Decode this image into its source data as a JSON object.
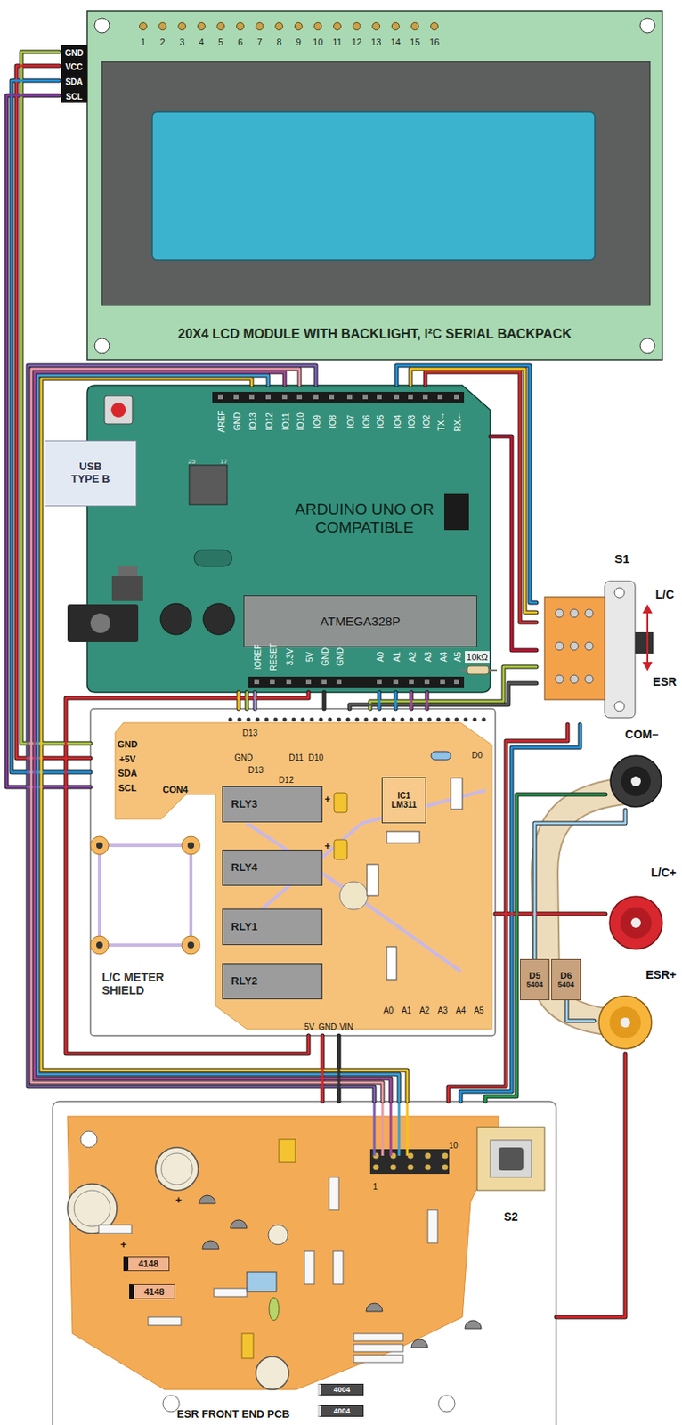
{
  "diagram": {
    "nodes": [
      {
        "text": [
          "20X4 LCD MODULE WITH BACKLIGHT, I²C SERIAL BACKPACK"
        ]
      },
      {
        "text": [
          "ARDUINO UNO OR COMPATIBLE"
        ]
      },
      {
        "text": [
          "USB TYPE B"
        ],
        "in": 1
      },
      {
        "text": [
          "ATMEGA328P"
        ],
        "in": 1
      },
      {
        "text": [
          "S1"
        ]
      },
      {
        "text": [
          "L/C METER SHIELD"
        ]
      },
      {
        "text": [
          "RLY3"
        ],
        "in": 5
      },
      {
        "text": [
          "RLY4"
        ],
        "in": 5
      },
      {
        "text": [
          "RLY1"
        ],
        "in": 5
      },
      {
        "text": [
          "RLY2"
        ],
        "in": 5
      },
      {
        "text": [
          "IC1 LM311"
        ],
        "in": 5
      },
      {
        "text": [
          "COM–"
        ]
      },
      {
        "text": [
          "L/C+"
        ]
      },
      {
        "text": [
          "ESR+"
        ]
      },
      {
        "text": [
          "D5",
          "5404"
        ]
      },
      {
        "text": [
          "D6",
          "5404"
        ]
      },
      {
        "text": [
          "ESR FRONT END PCB"
        ]
      },
      {
        "text": [
          "S2"
        ],
        "in": 16
      },
      {
        "text": [
          "4148"
        ],
        "in": 16
      },
      {
        "text": [
          "4148"
        ],
        "in": 16
      },
      {
        "text": [
          "4004"
        ],
        "in": 16
      },
      {
        "text": [
          "4004"
        ],
        "in": 16
      }
    ],
    "edges": [
      {
        "from": 0,
        "to": 5,
        "arrow": "none"
      },
      {
        "from": 0,
        "to": 5,
        "arrow": "none"
      },
      {
        "from": 0,
        "to": 5,
        "arrow": "none"
      },
      {
        "from": 0,
        "to": 5,
        "arrow": "none"
      },
      {
        "from": 1,
        "to": 4,
        "arrow": "none"
      },
      {
        "from": 1,
        "to": 4,
        "arrow": "none"
      },
      {
        "from": 1,
        "to": 4,
        "arrow": "none"
      },
      {
        "from": 1,
        "to": 4,
        "arrow": "none"
      },
      {
        "from": 4,
        "to": 5,
        "arrow": "none"
      },
      {
        "from": 4,
        "to": 5,
        "arrow": "none"
      },
      {
        "from": 4,
        "to": 16,
        "arrow": "none"
      },
      {
        "from": 4,
        "to": 16,
        "arrow": "none"
      },
      {
        "from": 5,
        "to": 12,
        "arrow": "none"
      },
      {
        "from": 11,
        "to": 16,
        "arrow": "none"
      },
      {
        "from": 13,
        "to": 16,
        "arrow": "none"
      },
      {
        "from": 11,
        "to": 14,
        "arrow": "none"
      },
      {
        "from": 15,
        "to": 13,
        "arrow": "none"
      },
      {
        "from": 1,
        "to": 5,
        "arrow": "none"
      },
      {
        "from": 1,
        "to": 5,
        "arrow": "none"
      },
      {
        "from": 1,
        "to": 5,
        "arrow": "none"
      },
      {
        "from": 1,
        "to": 5,
        "arrow": "none"
      },
      {
        "from": 1,
        "to": 5,
        "arrow": "none"
      },
      {
        "from": 1,
        "to": 5,
        "arrow": "none"
      },
      {
        "from": 1,
        "to": 5,
        "arrow": "none"
      },
      {
        "from": 1,
        "to": 5,
        "arrow": "none"
      },
      {
        "from": 1,
        "to": 5,
        "arrow": "none"
      },
      {
        "from": 1,
        "to": 16,
        "arrow": "none"
      },
      {
        "from": 1,
        "to": 16,
        "arrow": "none"
      },
      {
        "from": 1,
        "to": 16,
        "arrow": "none"
      },
      {
        "from": 1,
        "to": 16,
        "arrow": "none"
      },
      {
        "from": 1,
        "to": 16,
        "arrow": "none"
      },
      {
        "from": 5,
        "to": 16,
        "arrow": "none"
      },
      {
        "from": 5,
        "to": 16,
        "arrow": "none"
      }
    ],
    "labels": [
      "GND",
      "VCC",
      "SDA",
      "SCL",
      "1",
      "2",
      "3",
      "4",
      "5",
      "6",
      "7",
      "8",
      "9",
      "10",
      "11",
      "12",
      "13",
      "14",
      "15",
      "16",
      "AREF",
      "GND",
      "IO13",
      "IO12",
      "IO11",
      "IO10",
      "IO9",
      "IO8",
      "IO7",
      "IO6",
      "IO5",
      "IO4",
      "IO3",
      "IO2",
      "TX→",
      "RX←",
      "IOREF",
      "RESET",
      "3.3V",
      "5V",
      "GND",
      "GND",
      "A0",
      "A1",
      "A2",
      "A3",
      "A4",
      "A5",
      "25",
      "17",
      "10kΩ",
      "L/C",
      "ESR",
      "GND",
      "+5V",
      "SDA",
      "SCL",
      "CON4",
      "D13",
      "GND",
      "D11",
      "D10",
      "D12",
      "D13",
      "D0",
      "+",
      "+",
      "5V",
      "GND",
      "VIN",
      "A0",
      "A1",
      "A2",
      "A3",
      "A4",
      "A5",
      "10",
      "1",
      "+",
      "+"
    ]
  }
}
